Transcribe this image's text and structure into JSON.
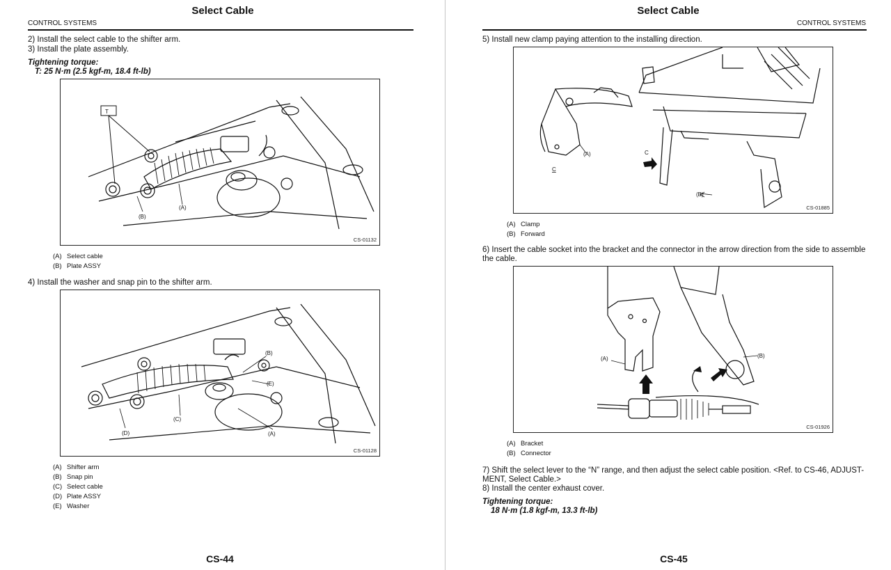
{
  "left": {
    "title": "Select Cable",
    "section": "CONTROL SYSTEMS",
    "step2": "2) Install the select cable to the shifter arm.",
    "step3": "3) Install the plate assembly.",
    "torque_label": "Tightening torque:",
    "torque_value": "T: 25 N·m (2.5 kgf-m, 18.4 ft-lb)",
    "fig1": {
      "code": "CS-01132",
      "callout_t": "T",
      "callout_a": "(A)",
      "callout_b": "(B)",
      "legend": [
        {
          "key": "(A)",
          "text": "Select cable"
        },
        {
          "key": "(B)",
          "text": "Plate ASSY"
        }
      ]
    },
    "step4": "4) Install the washer and snap pin to the shifter arm.",
    "fig2": {
      "code": "CS-01128",
      "callout_a": "(A)",
      "callout_b": "(B)",
      "callout_c": "(C)",
      "callout_d": "(D)",
      "callout_e": "(E)",
      "legend": [
        {
          "key": "(A)",
          "text": "Shifter arm"
        },
        {
          "key": "(B)",
          "text": "Snap pin"
        },
        {
          "key": "(C)",
          "text": "Select cable"
        },
        {
          "key": "(D)",
          "text": "Plate ASSY"
        },
        {
          "key": "(E)",
          "text": "Washer"
        }
      ]
    },
    "page_number": "CS-44"
  },
  "right": {
    "title": "Select Cable",
    "section": "CONTROL SYSTEMS",
    "step5": "5) Install new clamp paying attention to the installing direction.",
    "fig3": {
      "code": "CS-01885",
      "callout_a": "(A)",
      "callout_b": "(B)",
      "callout_c": "C",
      "callout_c_under": "C",
      "legend": [
        {
          "key": "(A)",
          "text": "Clamp"
        },
        {
          "key": "(B)",
          "text": "Forward"
        }
      ]
    },
    "step6": "6) Insert the cable socket into the bracket and the connector in the arrow direction from the side to assemble the cable.",
    "fig4": {
      "code": "CS-01926",
      "callout_a": "(A)",
      "callout_b": "(B)",
      "legend": [
        {
          "key": "(A)",
          "text": "Bracket"
        },
        {
          "key": "(B)",
          "text": "Connector"
        }
      ]
    },
    "step7": "7) Shift the select lever to the “N” range, and then adjust the select cable position. <Ref. to CS-46, ADJUST-MENT, Select Cable.>",
    "step8": "8) Install the center exhaust cover.",
    "torque_label": "Tightening torque:",
    "torque_value": "18 N·m (1.8 kgf-m, 13.3 ft-lb)",
    "page_number": "CS-45"
  }
}
